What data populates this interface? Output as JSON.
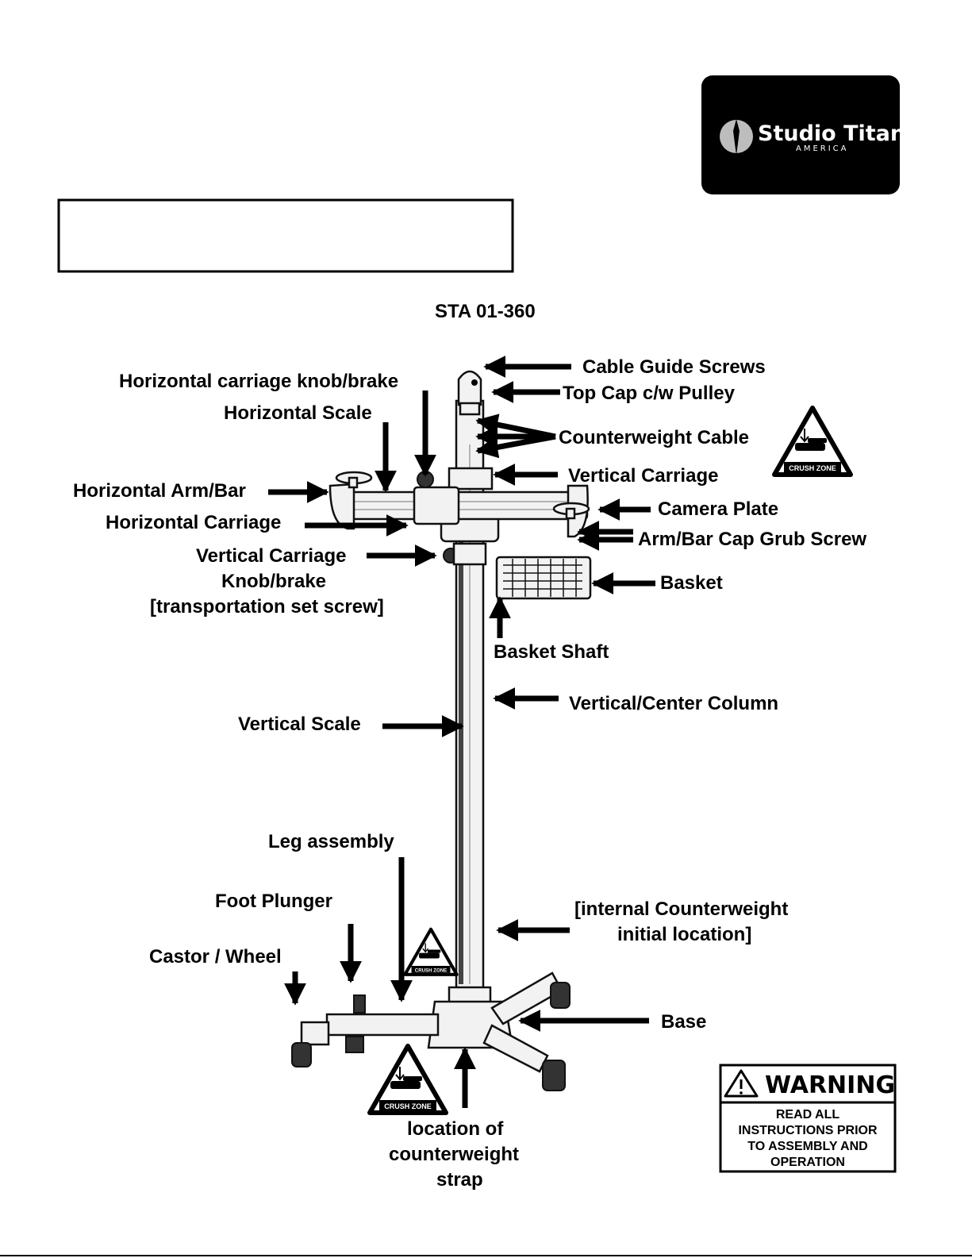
{
  "logo": {
    "name": "Studio Titan",
    "sub": "AMERICA",
    "bg": "#000000"
  },
  "model": "STA 01-360",
  "labels": {
    "cable_guide_screws": "Cable Guide Screws",
    "top_cap": "Top Cap c/w Pulley",
    "counterweight_cable": "Counterweight Cable",
    "vertical_carriage": "Vertical Carriage",
    "camera_plate": "Camera Plate",
    "arm_cap_grub_screw": "Arm/Bar Cap Grub Screw",
    "basket": "Basket",
    "basket_shaft": "Basket Shaft",
    "vertical_center_column": "Vertical/Center Column",
    "horizontal_carriage_knob": "Horizontal carriage knob/brake",
    "horizontal_scale": "Horizontal Scale",
    "horizontal_arm": "Horizontal Arm/Bar",
    "horizontal_carriage": "Horizontal Carriage",
    "vertical_carriage_knob_1": "Vertical Carriage",
    "vertical_carriage_knob_2": "Knob/brake",
    "vertical_carriage_knob_3": "[transportation set screw]",
    "vertical_scale": "Vertical Scale",
    "leg_assembly": "Leg assembly",
    "foot_plunger": "Foot Plunger",
    "castor_wheel": "Castor / Wheel",
    "internal_cw_1": "[internal Counterweight",
    "internal_cw_2": "initial location]",
    "base": "Base",
    "cw_strap_1": "location of",
    "cw_strap_2": "counterweight",
    "cw_strap_3": "strap"
  },
  "crush_zone": "CRUSH ZONE",
  "warning": {
    "title": "WARNING",
    "lines": [
      "READ ALL",
      "INSTRUCTIONS PRIOR",
      "TO ASSEMBLY AND",
      "OPERATION"
    ]
  }
}
